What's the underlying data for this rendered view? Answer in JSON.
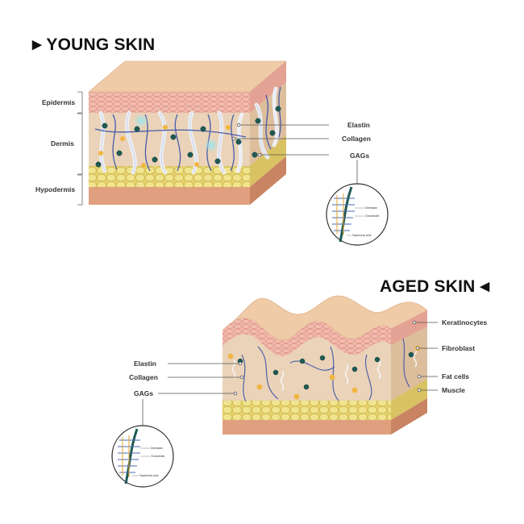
{
  "young": {
    "title": "YOUNG SKIN",
    "layers": {
      "epidermis": "Epidermis",
      "dermis": "Dermis",
      "hypodermis": "Hypodermis"
    },
    "callouts": {
      "elastin": "Elastin",
      "collagen": "Collagen",
      "gags": "GAGs"
    },
    "inset": {
      "dermatan": "Dermatan",
      "chondroitin": "Chondroitin",
      "hyaluronic": "Hyaluronic Acid"
    }
  },
  "aged": {
    "title": "AGED SKIN",
    "left_callouts": {
      "elastin": "Elastin",
      "collagen": "Collagen",
      "gags": "GAGs"
    },
    "right_callouts": {
      "keratinocytes": "Keratinocytes",
      "fibroblast": "Fibroblast",
      "fat_cells": "Fat cells",
      "muscle": "Muscle"
    },
    "inset": {
      "dermatan": "Dermatan",
      "chondroitin": "Chondroitin",
      "hyaluronic": "Hyaluronic Acid"
    }
  },
  "colors": {
    "skin_top": "#eec9a6",
    "epidermis": "#f0b8ac",
    "dermis": "#ead3b8",
    "fat": "#efe08a",
    "muscle": "#df9f7e",
    "elastin": "#3550a8",
    "collagen": "#e7ecf6",
    "gag_dot": "#1f5a55",
    "fibroblast": "#f2b541"
  }
}
